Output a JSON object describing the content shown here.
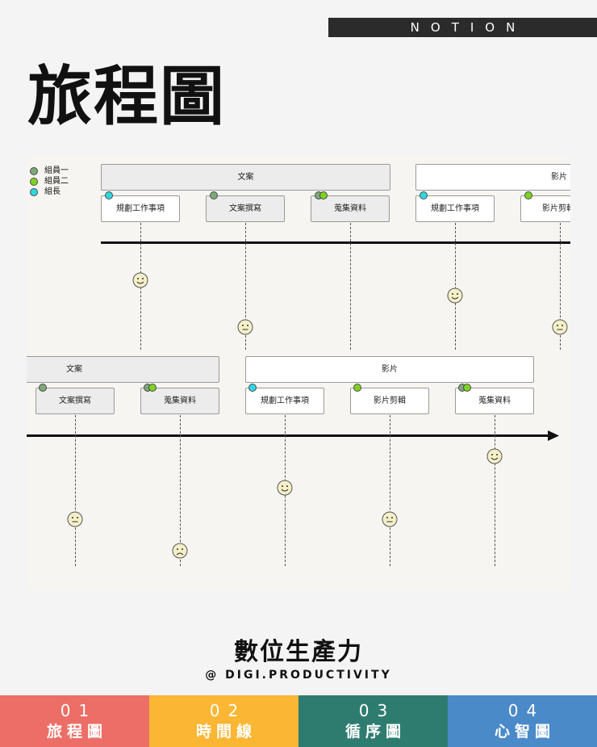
{
  "brand": "NOTION",
  "title": "旅程圖",
  "colors": {
    "member1": "#7fa878",
    "member2": "#7ed321",
    "leader": "#2fd8e0"
  },
  "legend": [
    {
      "label": "組員一",
      "color": "#7fa878"
    },
    {
      "label": "組員二",
      "color": "#7ed321"
    },
    {
      "label": "組長",
      "color": "#2fd8e0"
    }
  ],
  "row1": {
    "phases": [
      {
        "label": "文案"
      },
      {
        "label": "影片"
      }
    ],
    "tasks": [
      {
        "label": "規劃工作事項",
        "mood": "happy"
      },
      {
        "label": "文案撰寫",
        "mood": "neutral"
      },
      {
        "label": "蒐集資料",
        "mood": "none"
      },
      {
        "label": "規劃工作事項",
        "mood": "happy"
      },
      {
        "label": "影片剪輯",
        "mood": "neutral"
      }
    ]
  },
  "row2": {
    "phases": [
      {
        "label": "文案"
      },
      {
        "label": "影片"
      }
    ],
    "tasks": [
      {
        "label": "文案撰寫",
        "mood": "neutral"
      },
      {
        "label": "蒐集資料",
        "mood": "sad"
      },
      {
        "label": "規劃工作事項",
        "mood": "happy"
      },
      {
        "label": "影片剪輯",
        "mood": "neutral"
      },
      {
        "label": "蒐集資料",
        "mood": "happy"
      }
    ]
  },
  "footer": {
    "title": "數位生產力",
    "handle": "@ DIGI.PRODUCTIVITY"
  },
  "tabs": [
    {
      "num": "01",
      "label": "旅程圖",
      "color": "#ec6e66"
    },
    {
      "num": "02",
      "label": "時間線",
      "color": "#fbb634"
    },
    {
      "num": "03",
      "label": "循序圖",
      "color": "#2e7c70"
    },
    {
      "num": "04",
      "label": "心智圖",
      "color": "#4a8ac9"
    }
  ]
}
